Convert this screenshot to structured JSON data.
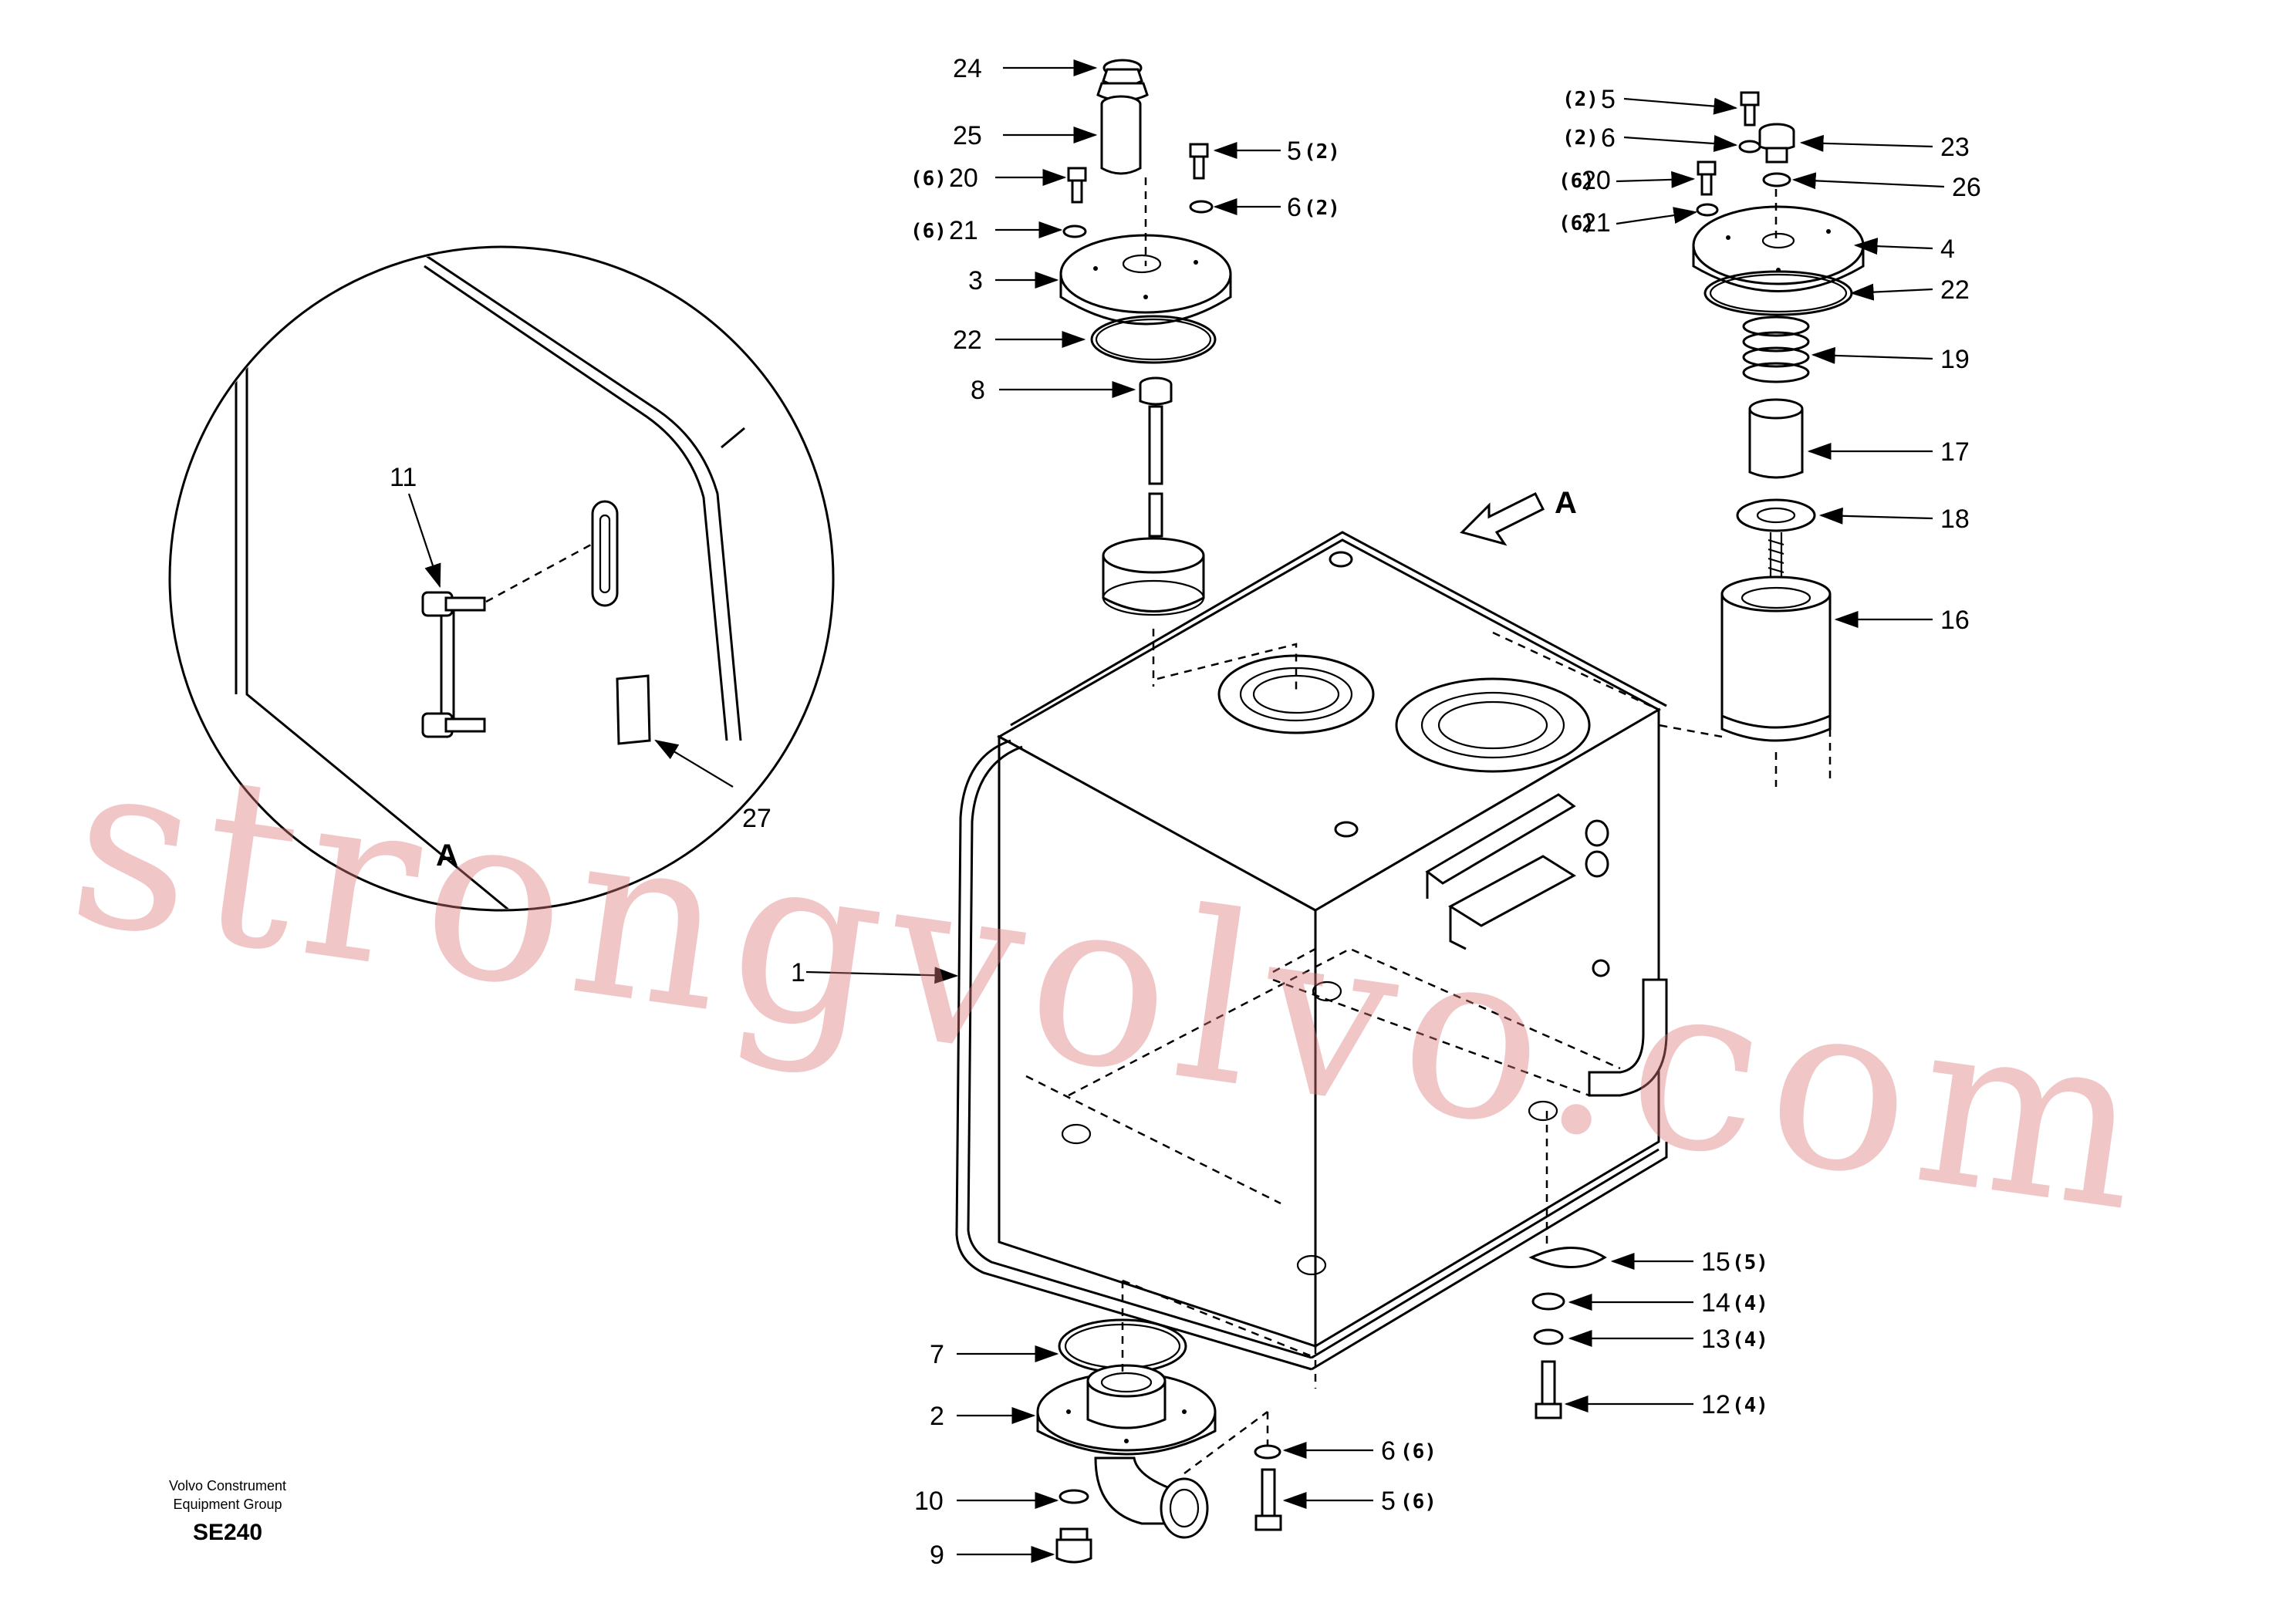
{
  "labels": {
    "p24": "24",
    "p25": "25",
    "p5a": "5",
    "p5a_qty": "(2)",
    "p20a": "20",
    "p20a_qty": "(6)",
    "p6a": "6",
    "p6a_qty": "(2)",
    "p21a": "21",
    "p21a_qty": "(6)",
    "p3": "3",
    "p22a": "22",
    "p8": "8",
    "p5b": "5",
    "p5b_qty": "(2)",
    "p6b": "6",
    "p6b_qty": "(2)",
    "p23": "23",
    "p20b": "20",
    "p20b_qty": "(6)",
    "p26": "26",
    "p21b": "21",
    "p21b_qty": "(6)",
    "p4": "4",
    "p22b": "22",
    "p19": "19",
    "p17": "17",
    "p18": "18",
    "p16": "16",
    "p11": "11",
    "p27": "27",
    "p1": "1",
    "p15": "15",
    "p15_qty": "(5)",
    "p14": "14",
    "p14_qty": "(4)",
    "p13": "13",
    "p13_qty": "(4)",
    "p12": "12",
    "p12_qty": "(4)",
    "p7": "7",
    "p2": "2",
    "p6c": "6",
    "p6c_qty": "(6)",
    "p10": "10",
    "p5c": "5",
    "p5c_qty": "(6)",
    "p9": "9"
  },
  "view_arrow_label": "A",
  "detail_view_label": "A",
  "watermark": "strongvolvo.com",
  "brand_line1": "Volvo Construment",
  "brand_line2": "Equipment Group",
  "model_code": "SE240"
}
